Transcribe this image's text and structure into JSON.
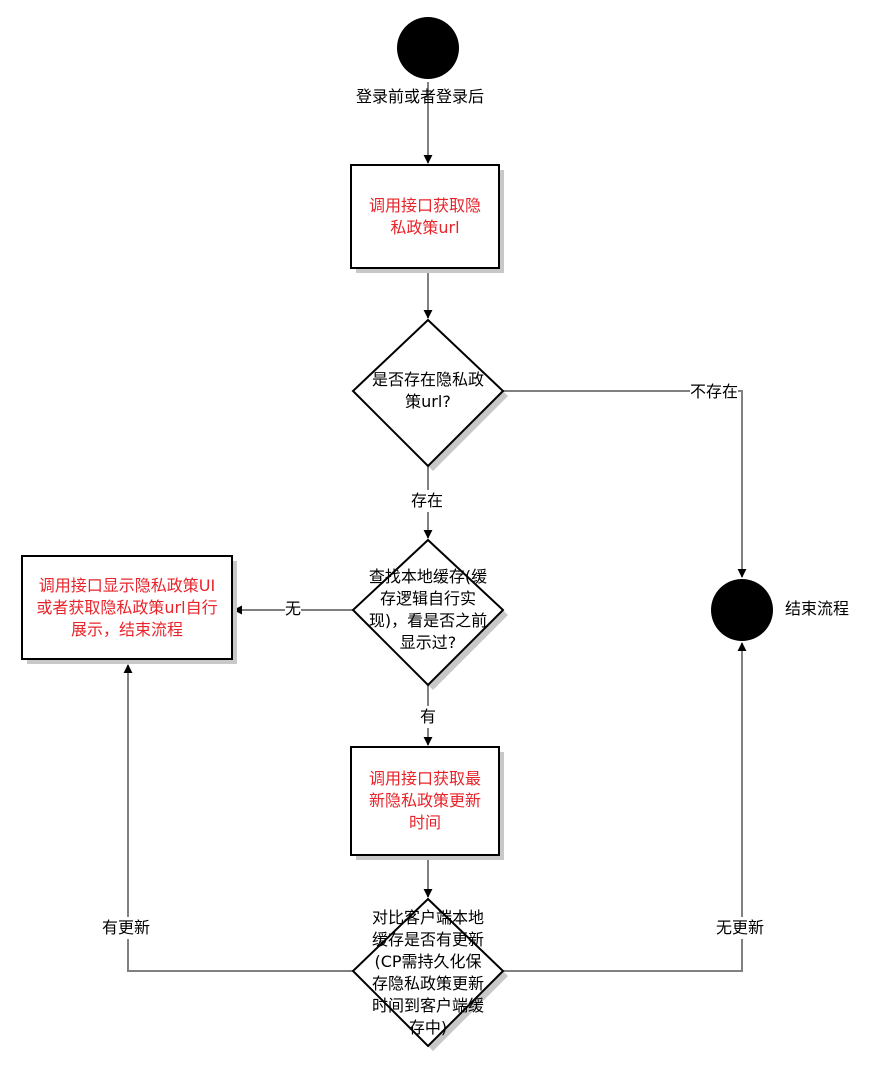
{
  "start_label": "登录前或者登录后",
  "step_get_url": [
    "调用接口获取隐",
    "私政策url"
  ],
  "decision_exists": [
    "是否存在隐私政",
    "策url?"
  ],
  "edge_not_exists": "不存在",
  "edge_exists": "存在",
  "decision_cache": [
    "查找本地缓存(缓",
    "存逻辑自行实",
    "现)，看是否之前",
    "显示过?"
  ],
  "edge_none": "无",
  "step_show_ui": [
    "调用接口显示隐私政策UI",
    "或者获取隐私政策url自行",
    "展示，结束流程"
  ],
  "edge_has": "有",
  "step_get_time": [
    "调用接口获取最",
    "新隐私政策更新",
    "时间"
  ],
  "decision_compare": [
    "对比客户端本地",
    "缓存是否有更新",
    "(CP需持久化保",
    "存隐私政策更新",
    "时间到客户端缓",
    "存中)"
  ],
  "edge_has_update": "有更新",
  "edge_no_update": "无更新",
  "end_label": "结束流程",
  "colors": {
    "node_text_red": "#e8232a",
    "line": "#808080",
    "shadow": "#c8c8c8",
    "fill": "#000000"
  }
}
